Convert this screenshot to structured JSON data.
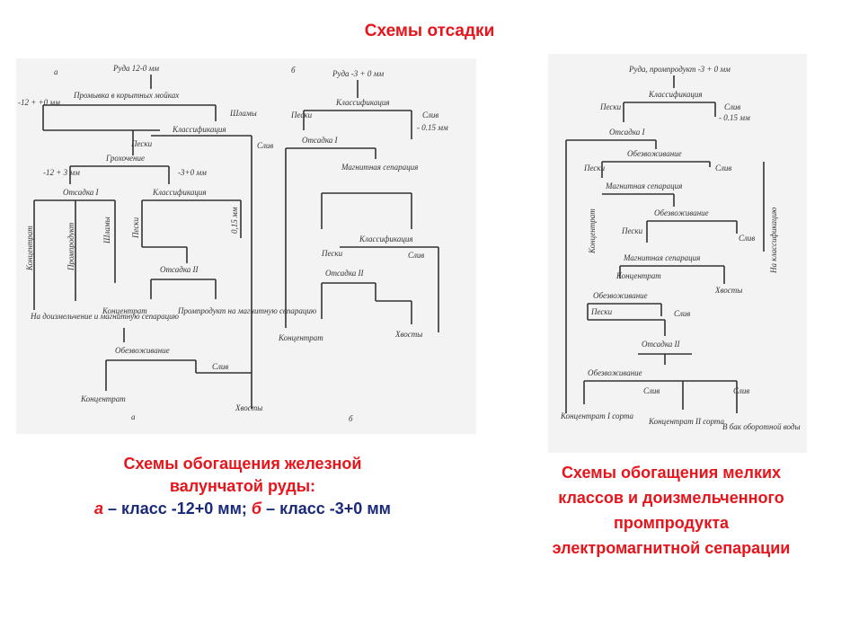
{
  "title": "Схемы отсадки",
  "left_caption": {
    "line1": "Схемы обогащения железной",
    "line2": "валунчатой руды:",
    "line3_a": "а",
    "line3_a_text": " – класс -12+0 мм; ",
    "line3_b": "б",
    "line3_b_text": " – класс -3+0 мм"
  },
  "right_caption": {
    "line1": "Схемы обогащения мелких",
    "line2": "классов и доизмельченного",
    "line3": "промпродукта",
    "line4": "электромагнитной сепарации"
  },
  "diagram_a": {
    "letter": "а",
    "feed": "Руда 12-0 мм",
    "wash": "Промывка в корытных мойках",
    "coarse": "-12 + +0 мм",
    "slimes": "Шламы",
    "classification": "Классификация",
    "sands": "Пески",
    "overflow": "Слив",
    "screening": "Грохочение",
    "plus_size": "-12 + 3 мм",
    "minus_size": "-3+0 мм",
    "jig1": "Отсадка I",
    "classification2": "Классификация",
    "concentrate": "Концентрат",
    "middlings": "Промпродукт",
    "slimes2": "Шламы",
    "sands2": "Пески",
    "fine": "0,15 мм",
    "jig2": "Отсадка II",
    "to_grinding": "На доизмельчение и магнитную сепарацию",
    "concentrate2": "Концентрат",
    "middlings_to_mag": "Промпродукт на магнитную сепарацию",
    "dewatering": "Обезвоживание",
    "overflow2": "Слив",
    "concentrate_final": "Концентрат",
    "tailings": "Хвосты"
  },
  "diagram_b": {
    "letter": "б",
    "feed": "Руда -3 + 0 мм",
    "classification": "Классификация",
    "sands": "Пески",
    "overflow": "Слив",
    "overflow_size": "- 0.15 мм",
    "jig1": "Отсадка I",
    "mag_sep": "Магнитная сепарация",
    "classification2": "Классификация",
    "sands2": "Пески",
    "overflow2": "Слив",
    "jig2": "Отсадка II",
    "concentrate": "Концентрат",
    "tailings": "Хвосты"
  },
  "diagram_c": {
    "feed": "Руда, промпродукт -3 + 0 мм",
    "classification": "Классификация",
    "sands": "Пески",
    "overflow": "Слив",
    "overflow_size": "- 0.15 мм",
    "jig1": "Отсадка I",
    "dewatering1": "Обезвоживание",
    "sands2": "Пески",
    "overflow2": "Слив",
    "mag_sep1": "Магнитная сепарация",
    "concentrate_side": "Концентрат",
    "dewatering2": "Обезвоживание",
    "sands3": "Пески",
    "overflow3": "Слив",
    "to_classification": "На классификацию",
    "mag_sep2": "Магнитная сепарация",
    "concentrate2": "Концентрат",
    "tailings": "Хвосты",
    "dewatering3": "Обезвоживание",
    "sands4": "Пески",
    "overflow4": "Слив",
    "jig2": "Отсадка II",
    "dewatering4": "Обезвоживание",
    "overflow5": "Слив",
    "overflow6": "Слив",
    "concentrate_grade1": "Концентрат I сорта",
    "concentrate_grade2": "Концентрат II сорта",
    "to_tank": "В бак оборотной воды"
  }
}
